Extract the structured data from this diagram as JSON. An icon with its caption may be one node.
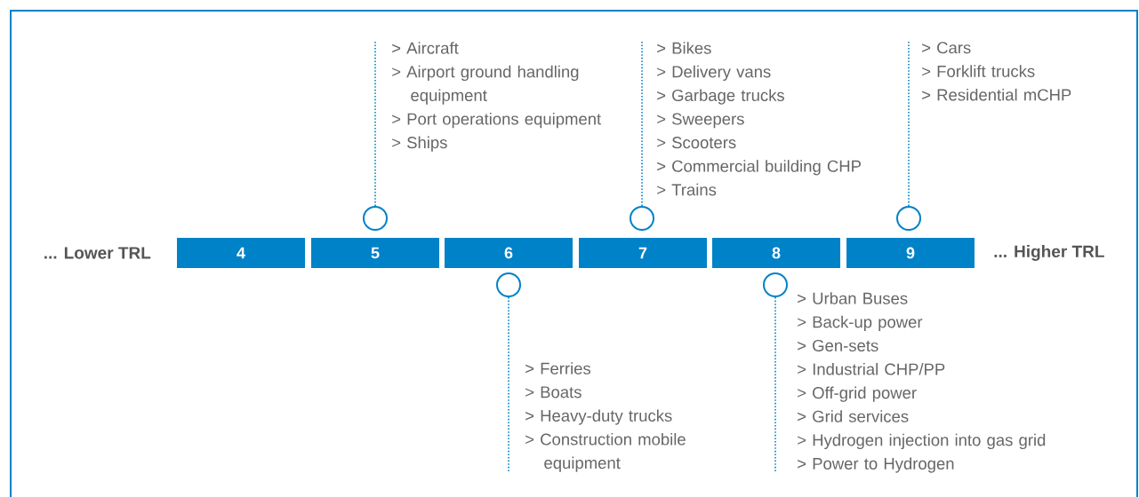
{
  "diagram": {
    "nodes": [
      {
        "text": [
          "... Lower TRL"
        ]
      },
      {
        "text": [
          "4"
        ]
      },
      {
        "text": [
          "5"
        ]
      },
      {
        "text": [
          "6"
        ]
      },
      {
        "text": [
          "7"
        ]
      },
      {
        "text": [
          "8"
        ]
      },
      {
        "text": [
          "9"
        ]
      },
      {
        "text": [
          "... Higher TRL"
        ]
      },
      {
        "text": [],
        "shape": "circle"
      },
      {
        "text": [],
        "shape": "circle"
      },
      {
        "text": [],
        "shape": "circle"
      },
      {
        "text": [],
        "shape": "circle"
      },
      {
        "text": [],
        "shape": "circle"
      },
      {
        "text": [
          "> Aircraft",
          "> Airport ground handling equipment",
          "> Port operations equipment",
          "> Ships"
        ]
      },
      {
        "text": [
          "> Ferries",
          "> Boats",
          "> Heavy-duty trucks",
          "> Construction mobile equipment"
        ]
      },
      {
        "text": [
          "> Bikes",
          "> Delivery vans",
          "> Garbage trucks",
          "> Sweepers",
          "> Scooters",
          "> Commercial building CHP",
          "> Trains"
        ]
      },
      {
        "text": [
          "> Urban Buses",
          "> Back-up power",
          "> Gen-sets",
          "> Industrial CHP/PP",
          "> Off-grid power",
          "> Grid services",
          "> Hydrogen injection into gas grid",
          "> Power to Hydrogen"
        ]
      },
      {
        "text": [
          "> Cars",
          "> Forklift trucks",
          "> Residential mCHP"
        ]
      }
    ],
    "edges": [
      {
        "from": 8,
        "to": 13,
        "arrow": "none",
        "style": "dashed"
      },
      {
        "from": 9,
        "to": 14,
        "arrow": "none",
        "style": "dashed"
      },
      {
        "from": 10,
        "to": 15,
        "arrow": "none",
        "style": "dashed"
      },
      {
        "from": 11,
        "to": 16,
        "arrow": "none",
        "style": "dashed"
      },
      {
        "from": 12,
        "to": 17,
        "arrow": "none",
        "style": "dashed"
      }
    ]
  }
}
